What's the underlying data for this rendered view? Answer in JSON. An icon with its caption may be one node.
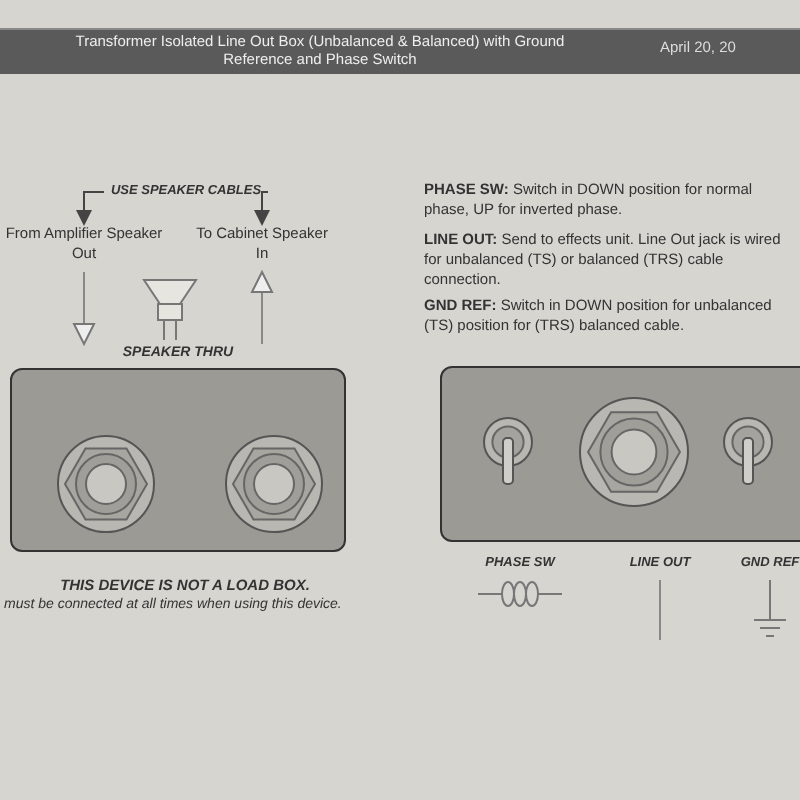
{
  "diagram": {
    "title": "Transformer Isolated Line Out Box (Unbalanced & Balanced) with Ground Reference and Phase Switch",
    "nodes": [
      {
        "text": [
          "USE SPEAKER CABLES"
        ]
      },
      {
        "text": [
          "From Amplifier Speaker Out"
        ]
      },
      {
        "text": [
          "To Cabinet Speaker In"
        ]
      },
      {
        "text": [
          "SPEAKER THRU"
        ]
      },
      {
        "text": [],
        "shape": "circle",
        "in": 3
      },
      {
        "text": [],
        "shape": "circle",
        "in": 3
      },
      {
        "text": [],
        "shape": "box"
      },
      {
        "text": [],
        "shape": "toggle",
        "in": 6
      },
      {
        "text": [],
        "shape": "circle",
        "in": 6
      },
      {
        "text": [],
        "shape": "toggle",
        "in": 6
      }
    ],
    "edges": [
      {
        "from": 0,
        "to": 1,
        "arrow": "to"
      },
      {
        "from": 0,
        "to": 2,
        "arrow": "to"
      },
      {
        "from": 1,
        "to": 3,
        "arrow": "to"
      },
      {
        "from": 3,
        "to": 2,
        "arrow": "to"
      }
    ],
    "labels": [
      "April 20, 20",
      "**PHASE SW:** Switch in DOWN position for normal phase, UP for inverted phase.",
      "**LINE OUT:** Send to effects unit. Line Out jack is wired for unbalanced (TS) or balanced (TRS) cable connection.",
      "**GND REF:** Switch in DOWN position for unbalanced (TS) position for (TRS) balanced cable.",
      "THIS DEVICE IS NOT A LOAD BOX.",
      "must be connected at all times when using this device.",
      "PHASE SW",
      "LINE OUT",
      "GND REF"
    ]
  }
}
